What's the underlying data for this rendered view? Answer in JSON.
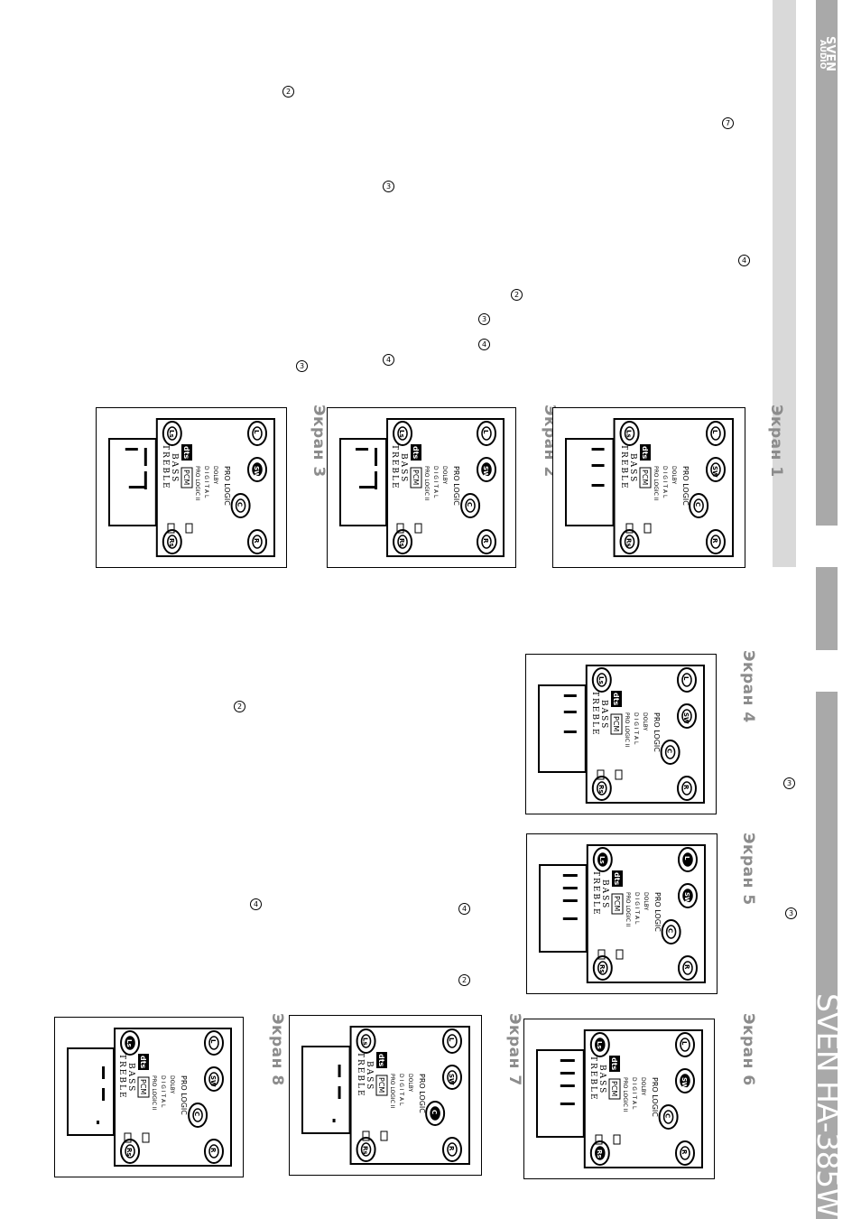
{
  "brand": {
    "logo_line1": "SVEN",
    "logo_line2": "AUDIO",
    "model": "SVEN HA-385W"
  },
  "screen_labels": [
    "Экран 1",
    "Экран 2",
    "Экран 3",
    "Экран 4",
    "Экран 5",
    "Экран 6",
    "Экран 7",
    "Экран 8"
  ],
  "display_text": {
    "pro_logic": "PRO  LOGIC",
    "dolby": "DOLBY",
    "digital": "D I G I T A L",
    "pro_logic_ii": "PRO LOGIC II",
    "dts": "dts",
    "pcm": "PCM",
    "bass": "BASS",
    "treble": "TREBLE",
    "speakers": {
      "left": "L",
      "right": "R",
      "center": "C",
      "sub": "SW",
      "ls": "Ls",
      "rs": "Rs"
    }
  },
  "step_markers": [
    "2",
    "7",
    "3",
    "4",
    "2",
    "3",
    "4",
    "4",
    "3",
    "2",
    "3",
    "3",
    "4",
    "4",
    "2"
  ]
}
